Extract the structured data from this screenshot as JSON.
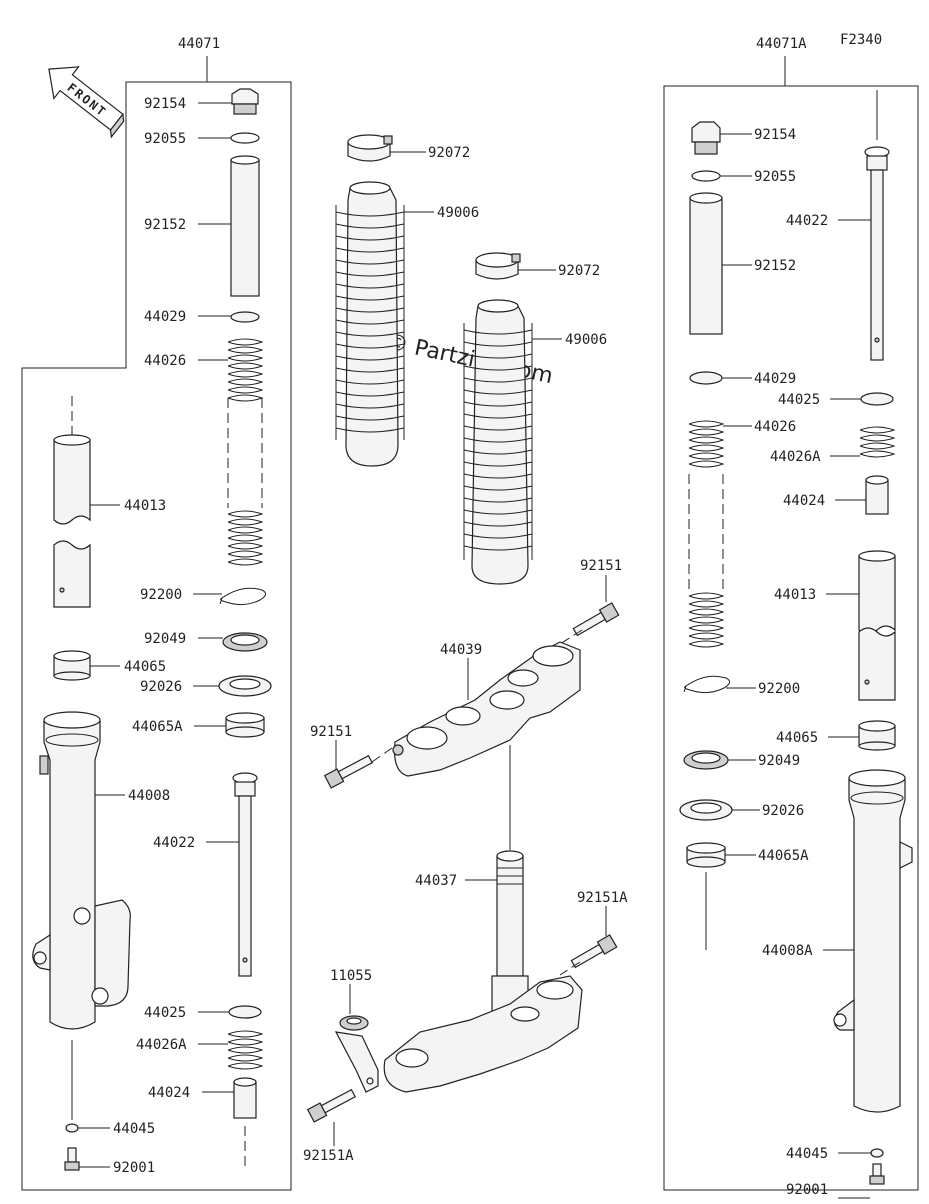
{
  "diagram": {
    "code": "F2340",
    "front_label": "FRONT",
    "watermark": "© Partzilla.com",
    "assemblies": {
      "left": "44071",
      "right": "44071A"
    },
    "left_parts": [
      "92154",
      "92055",
      "92152",
      "44029",
      "44026",
      "44013",
      "92200",
      "92049",
      "44065",
      "92026",
      "44065A",
      "44008",
      "44022",
      "44025",
      "44026A",
      "44024",
      "44045",
      "92001"
    ],
    "center_parts": [
      "92072",
      "49006",
      "92072",
      "49006",
      "92151",
      "44039",
      "92151",
      "44037",
      "92151A",
      "11055",
      "92151A"
    ],
    "right_parts": [
      "92154",
      "44022",
      "92055",
      "92152",
      "44029",
      "44025",
      "44026",
      "44026A",
      "44024",
      "44013",
      "92200",
      "44065",
      "92049",
      "92026",
      "44065A",
      "44008A",
      "44045",
      "92001"
    ]
  }
}
